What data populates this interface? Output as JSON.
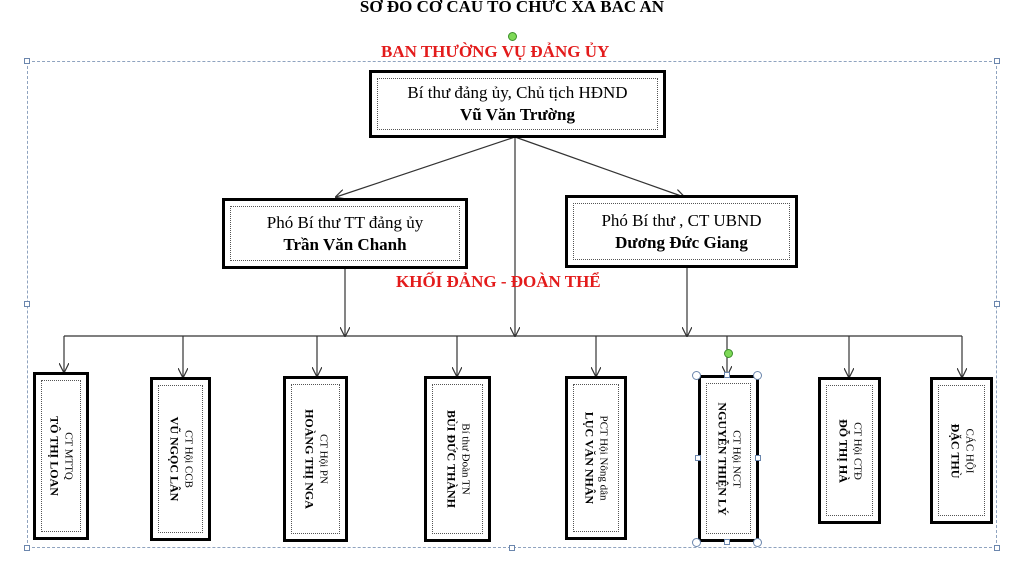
{
  "title": "SƠ ĐỒ CƠ CẤU TỔ CHỨC XÃ BẮC AN",
  "section_top": "BAN THƯỜNG VỤ ĐẢNG ỦY",
  "section_mid": "KHỐI ĐẢNG - ĐOÀN THỂ",
  "leaders": {
    "top": {
      "role": "Bí thư đảng ủy, Chủ tịch HĐND",
      "name": "Vũ Văn Trường"
    },
    "left": {
      "role": "Phó Bí thư TT đảng ủy",
      "name": "Trần Văn Chanh"
    },
    "right": {
      "role": "Phó Bí thư , CT UBND",
      "name": "Dương Đức Giang"
    }
  },
  "units": [
    {
      "role": "CT MTTQ",
      "name": "TÔ THỊ LOAN"
    },
    {
      "role": "CT Hội CCB",
      "name": "VŨ NGỌC LÂN"
    },
    {
      "role": "CT Hội PN",
      "name": "HOÀNG THỊ NGA"
    },
    {
      "role": "Bí thư Đoàn TN",
      "name": "BÙI ĐỨC THÀNH"
    },
    {
      "role": "PCT Hội Nông dân",
      "name": "LỤC VĂN NHÂN"
    },
    {
      "role": "CT Hội NCT",
      "name": "NGUYỄN THIỆN LÝ"
    },
    {
      "role": "CT Hội CTĐ",
      "name": "ĐỖ THỊ HÀ"
    },
    {
      "role": "CÁC HỘI",
      "name": "ĐẶC THÙ"
    }
  ],
  "colors": {
    "heading_red": "#e31b1b",
    "selection": "#6b86ad",
    "rotate_handle": "#7ed957"
  }
}
